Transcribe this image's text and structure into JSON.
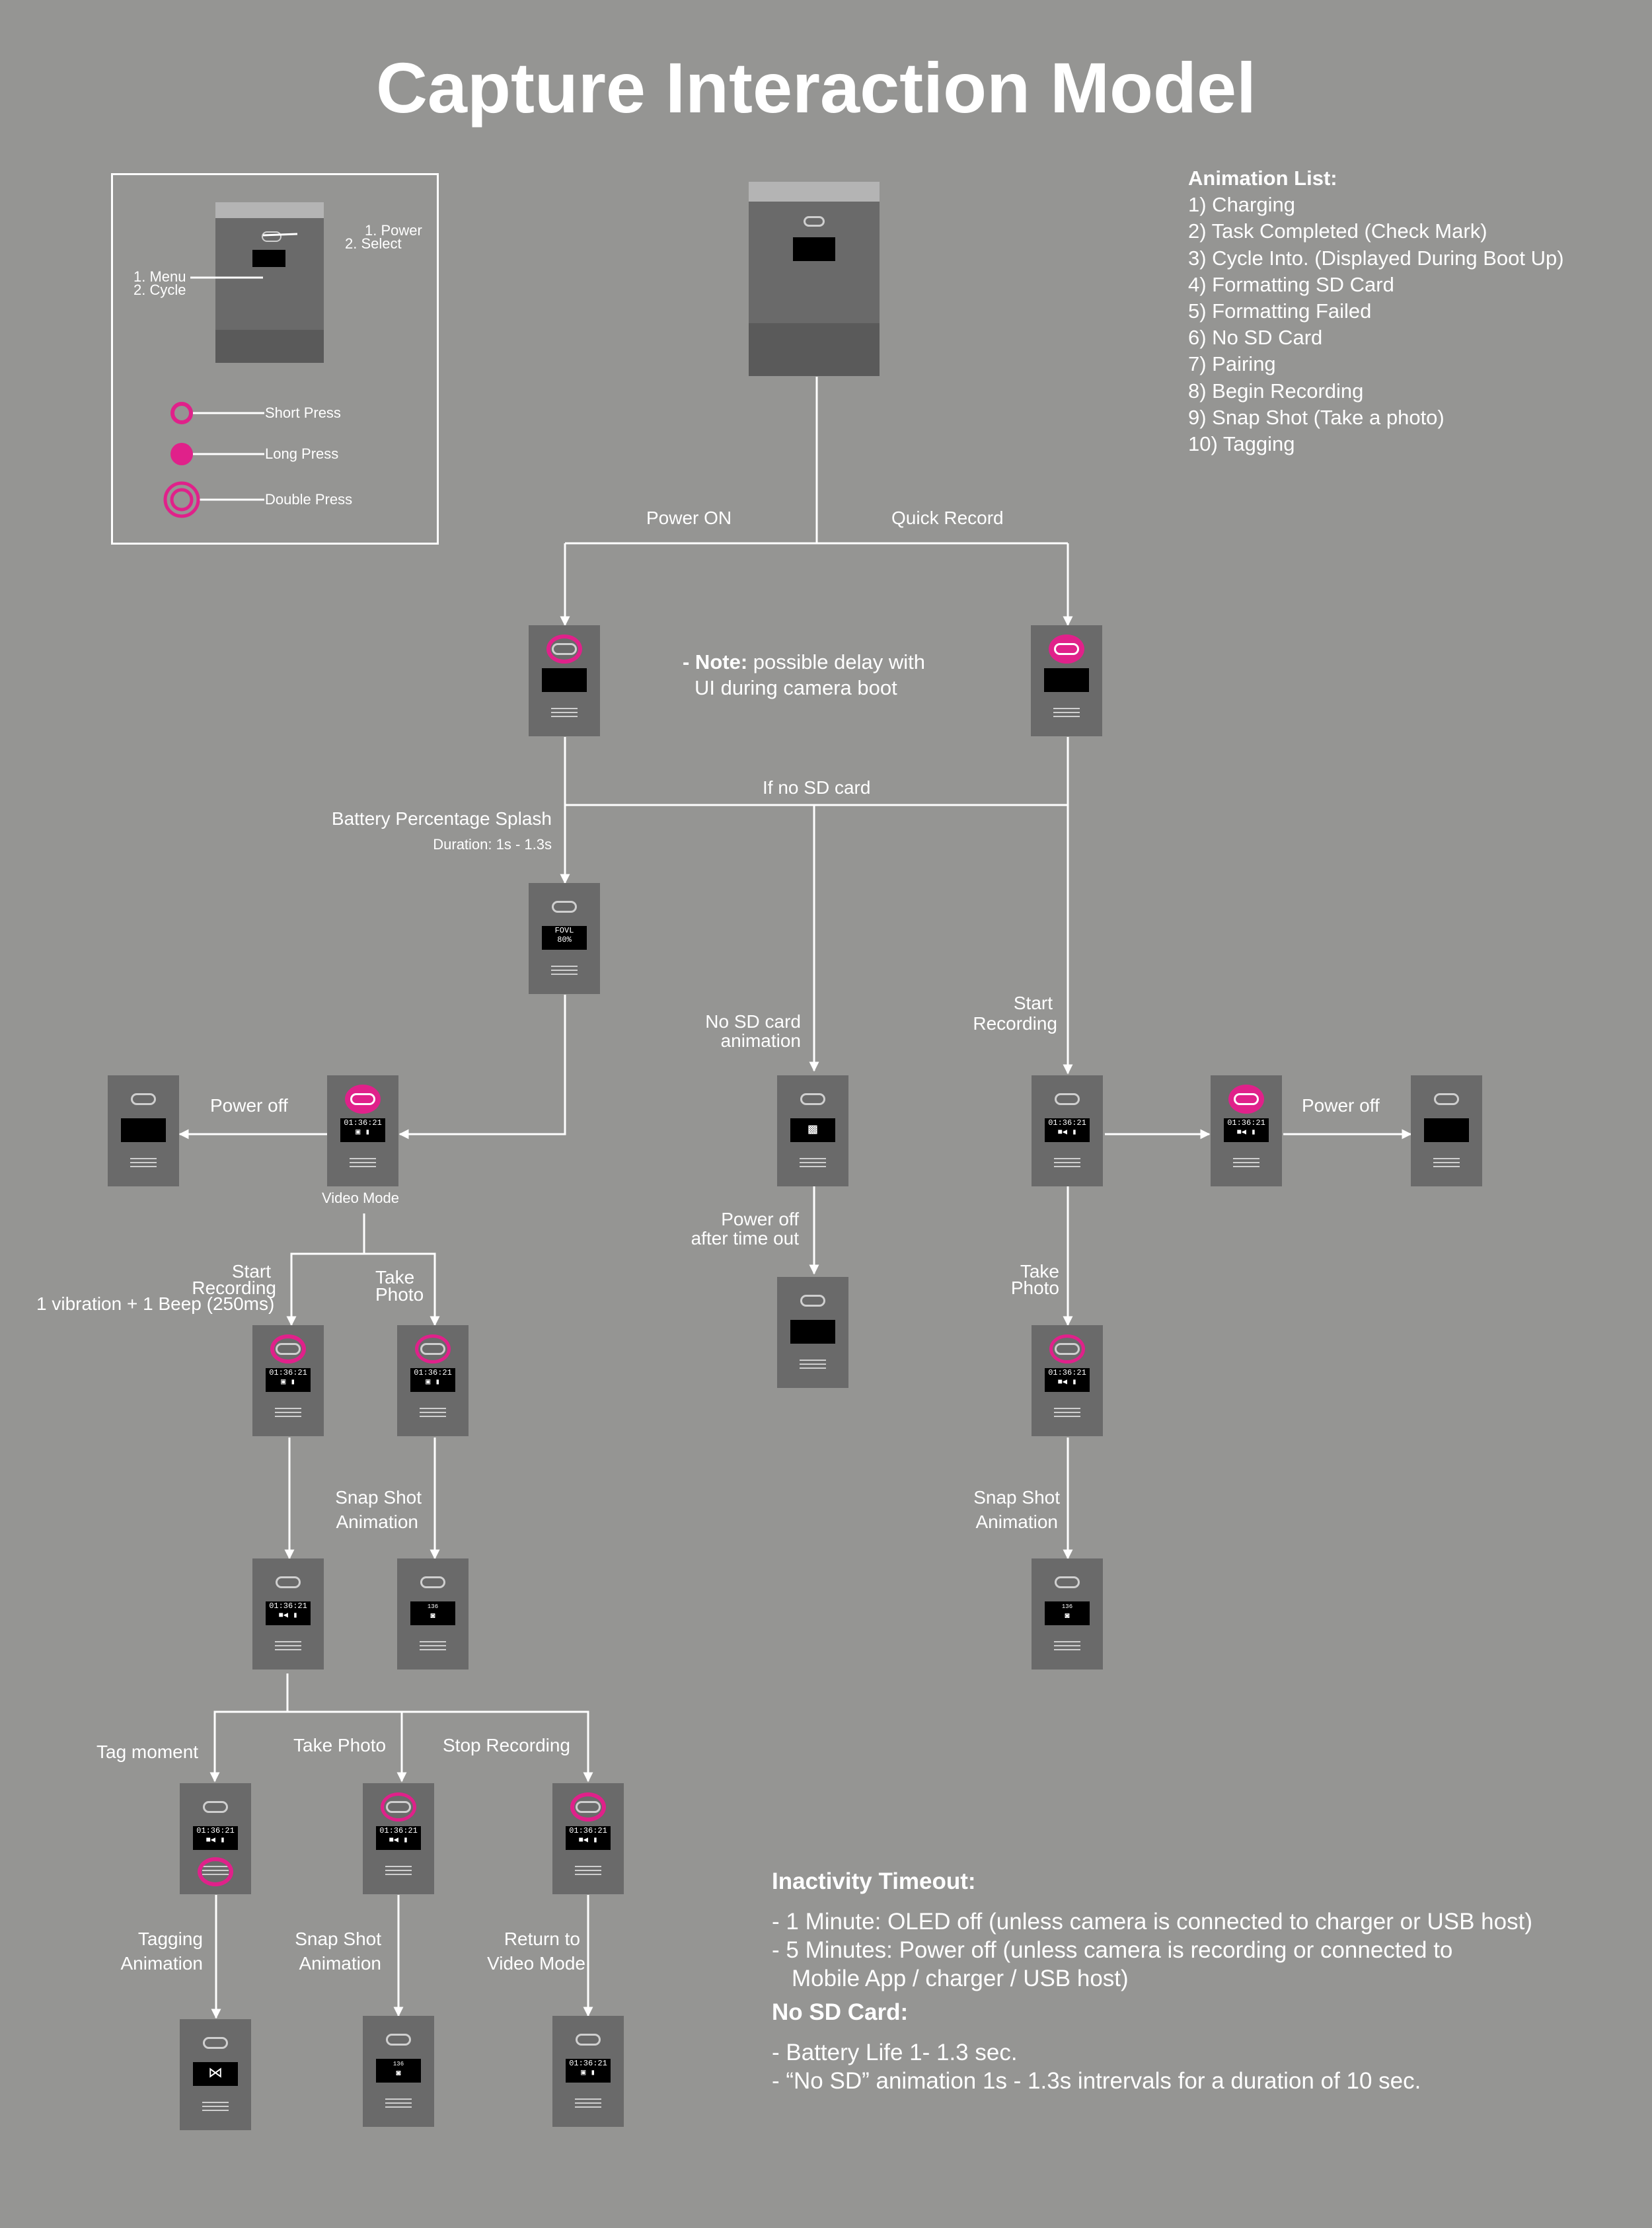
{
  "title": "Capture Interaction Model",
  "legend": {
    "cam_labels": {
      "power": "1. Power",
      "select": "2. Select",
      "menu": "1. Menu",
      "cycle": "2. Cycle"
    },
    "short": "Short Press",
    "long": "Long Press",
    "double": "Double Press"
  },
  "colors": {
    "press": "#e0218a",
    "background": "#959593",
    "camera": "#6a6a6a"
  },
  "animation_list": {
    "heading": "Animation List:",
    "items": [
      "1) Charging",
      "2) Task Completed (Check Mark)",
      "3) Cycle Into.  (Displayed During Boot Up)",
      "4) Formatting SD Card",
      "5) Formatting Failed",
      "6) No SD Card",
      "7) Pairing",
      "8) Begin Recording",
      "9) Snap Shot (Take a photo)",
      "10) Tagging"
    ]
  },
  "edges": {
    "power_on": "Power ON",
    "quick_record": "Quick Record",
    "if_no_sd": "If no SD card",
    "battery_splash": "Battery Percentage Splash",
    "duration": "Duration: 1s - 1.3s",
    "no_sd_anim": [
      "No SD card",
      "animation"
    ],
    "start_recording": [
      "Start",
      "Recording"
    ],
    "power_off": "Power off",
    "power_off_right": "Power off",
    "power_off_timeout": [
      "Power off",
      "after time out"
    ],
    "video_mode": "Video Mode",
    "start_rec_left": [
      "Start",
      "Recording"
    ],
    "vib": "1 vibration + 1 Beep (250ms)",
    "take_photo": [
      "Take",
      "Photo"
    ],
    "take_photo_right": [
      "Take",
      "Photo"
    ],
    "snap_left": [
      "Snap Shot",
      "Animation"
    ],
    "snap_right": [
      "Snap Shot",
      "Animation"
    ],
    "tag_moment": "Tag moment",
    "take_photo_bottom": "Take Photo",
    "stop_recording": "Stop Recording",
    "tagging_anim": [
      "Tagging",
      "Animation"
    ],
    "snap_bottom": [
      "Snap Shot",
      "Animation"
    ],
    "return_video": [
      "Return to",
      "Video Mode"
    ]
  },
  "note": {
    "bold": "- Note:",
    "text1": " possible delay with",
    "text2": "UI during camera boot"
  },
  "screens": {
    "time": "01:36:21",
    "battery": "80%",
    "logo": "FOVL",
    "photo_count": "136"
  },
  "inactivity": {
    "heading": "Inactivity Timeout:",
    "items": [
      "-  1 Minute: OLED off (unless camera is connected to charger or USB host)",
      "-  5 Minutes: Power off (unless camera is recording or connected to",
      "Mobile App / charger / USB host)"
    ]
  },
  "no_sd": {
    "heading": "No SD Card:",
    "items": [
      "- Battery Life 1- 1.3 sec.",
      "- “No SD” animation 1s - 1.3s intrervals for a duration of 10 sec."
    ]
  }
}
